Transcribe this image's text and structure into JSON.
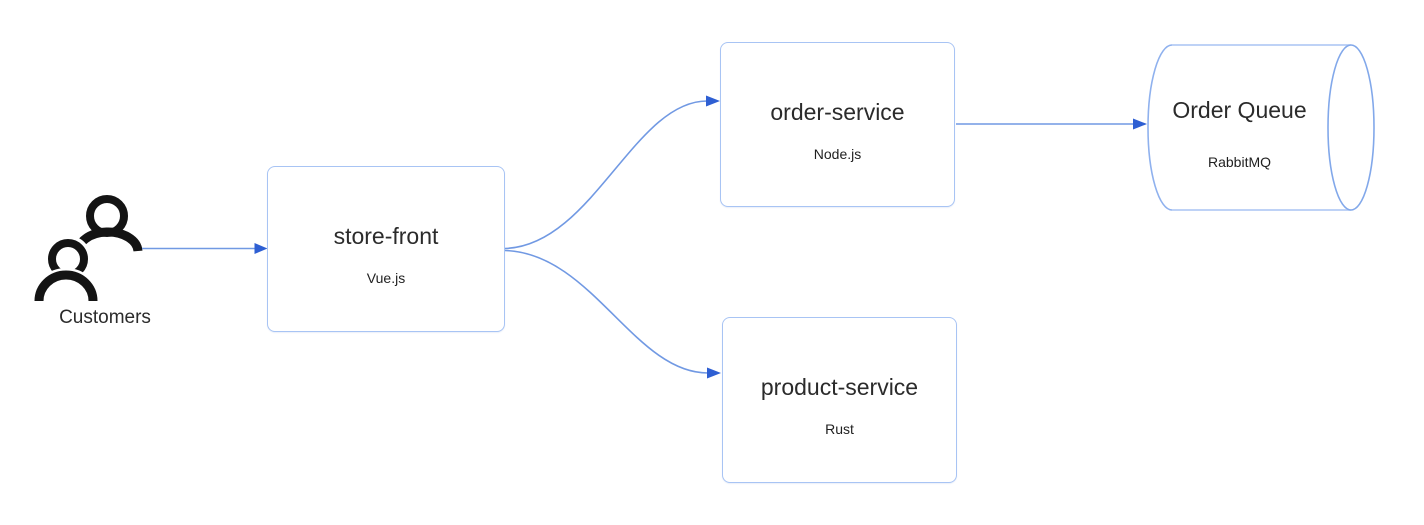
{
  "diagram": {
    "type": "architecture-flow-diagram",
    "background": "#ffffff",
    "actors": {
      "customers": {
        "label": "Customers",
        "icon": "two-people-icon"
      }
    },
    "nodes": [
      {
        "id": "store-front",
        "title": "store-front",
        "subtitle": "Vue.js",
        "shape": "rounded-rect"
      },
      {
        "id": "order-service",
        "title": "order-service",
        "subtitle": "Node.js",
        "shape": "rounded-rect"
      },
      {
        "id": "product-service",
        "title": "product-service",
        "subtitle": "Rust",
        "shape": "rounded-rect"
      },
      {
        "id": "order-queue",
        "title": "Order Queue",
        "subtitle": "RabbitMQ",
        "shape": "horizontal-cylinder"
      }
    ],
    "edges": [
      {
        "from": "customers",
        "to": "store-front",
        "style": "straight-arrow"
      },
      {
        "from": "store-front",
        "to": "order-service",
        "style": "s-curve-arrow"
      },
      {
        "from": "store-front",
        "to": "product-service",
        "style": "s-curve-arrow"
      },
      {
        "from": "order-service",
        "to": "order-queue",
        "style": "straight-arrow"
      }
    ],
    "colors": {
      "node_border": "#a8c4f4",
      "node_fill": "#ffffff",
      "cylinder_ellipse_stroke": "#82a8ea",
      "edge_line": "#7199e3",
      "edge_arrowhead": "#2e5fd3",
      "title_text": "#2b2b2b",
      "subtitle_text": "#1f1f1f",
      "icon_stroke": "#141414"
    }
  }
}
